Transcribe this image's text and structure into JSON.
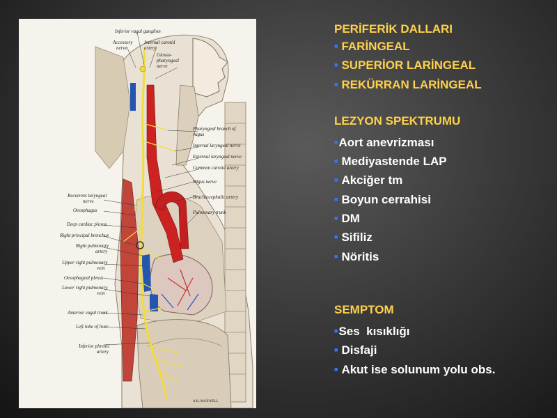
{
  "figure": {
    "labels": {
      "inferior_vagal_ganglion": "Inferior vagal ganglion",
      "accessory_nerve_1": "Accessory",
      "accessory_nerve_2": "nerve",
      "internal_carotid_1": "Internal carotid",
      "internal_carotid_2": "artery",
      "glosso_1": "Glosso-",
      "glosso_2": "pharyngeal",
      "glosso_3": "nerve",
      "pharyngeal_branch_1": "Pharyngeal branch of",
      "pharyngeal_branch_2": "vagus",
      "internal_laryngeal": "Internal laryngeal nerve",
      "external_laryngeal": "External laryngeal nerve",
      "common_carotid": "Common carotid artery",
      "vagus_nerve": "Vagus nerve",
      "brachiocephalic": "Brachiocephalic artery",
      "pulmonary_trunk": "Pulmonary trunk",
      "recurrent_laryngeal_1": "Recurrent laryngeal",
      "recurrent_laryngeal_2": "nerve",
      "oesophagus": "Oesophagus",
      "deep_cardiac": "Deep cardiac plexus",
      "right_principal_bronchus": "Right principal bronchus",
      "right_pulmonary_artery_1": "Right pulmonary",
      "right_pulmonary_artery_2": "artery",
      "upper_right_pulmonary_vein_1": "Upper right pulmonary",
      "upper_right_pulmonary_vein_2": "vein",
      "oesophageal_plexus": "Oesophageal plexus",
      "lower_right_pulmonary_vein_1": "Lower right pulmonary",
      "lower_right_pulmonary_vein_2": "vein",
      "anterior_vagal_trunk": "Anterior vagal trunk",
      "left_lobe_liver": "Left lobe of liver",
      "inferior_phrenic_1": "Inferior phrenic",
      "inferior_phrenic_2": "artery",
      "signature": "A.K. MAXWELL"
    }
  },
  "sections": [
    {
      "title": "PERİFERİK DALLARI",
      "style": "yellow",
      "items": [
        "FARİNGEAL",
        "SUPERİOR LARİNGEAL",
        "REKÜRRAN LARİNGEAL"
      ]
    },
    {
      "title": "LEZYON SPEKTRUMU",
      "style": "white",
      "items": [
        "Aort anevrizması",
        "Mediyastende LAP",
        "Akciğer tm",
        "Boyun cerrahisi",
        "DM",
        "Sifiliz",
        "Nöritis"
      ]
    },
    {
      "title": "SEMPTOM",
      "style": "white",
      "items": [
        "Ses  kısıklığı",
        "Disfaji",
        "Akut ise solunum yolu obs."
      ]
    }
  ],
  "colors": {
    "title_yellow": "#ffd24a",
    "text_white": "#ffffff",
    "bullet_blue": "#2a7bff",
    "artery_red": "#cc2222",
    "vein_blue": "#2456b0",
    "nerve_yellow": "#f2dc3a"
  }
}
